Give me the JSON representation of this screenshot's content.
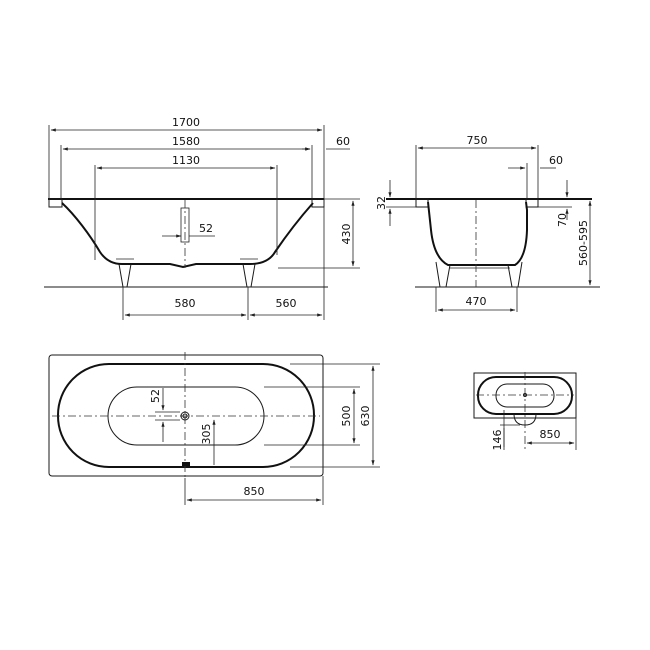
{
  "drawing": {
    "title": "Bathtub technical drawing",
    "line_color": "#111111",
    "background": "#ffffff",
    "side_view": {
      "dims": {
        "overall_length": "1700",
        "inner_length": "1580",
        "bottom_length": "1130",
        "rim_width": "60",
        "overflow_width": "52",
        "depth": "430",
        "feet_spacing": "580",
        "foot_to_end": "560"
      }
    },
    "end_view": {
      "dims": {
        "overall_width": "750",
        "rim_width": "60",
        "rim_thickness": "32",
        "rim_offset": "70",
        "height_range": "560-595",
        "feet_spacing": "470"
      }
    },
    "plan_view": {
      "dims": {
        "overflow_spacing": "52",
        "drain_offset": "305",
        "inner_width": "500",
        "overall_width": "630",
        "drain_position": "850"
      }
    },
    "mini_plan": {
      "dims": {
        "waste_offset": "146",
        "drain_position": "850"
      }
    }
  }
}
